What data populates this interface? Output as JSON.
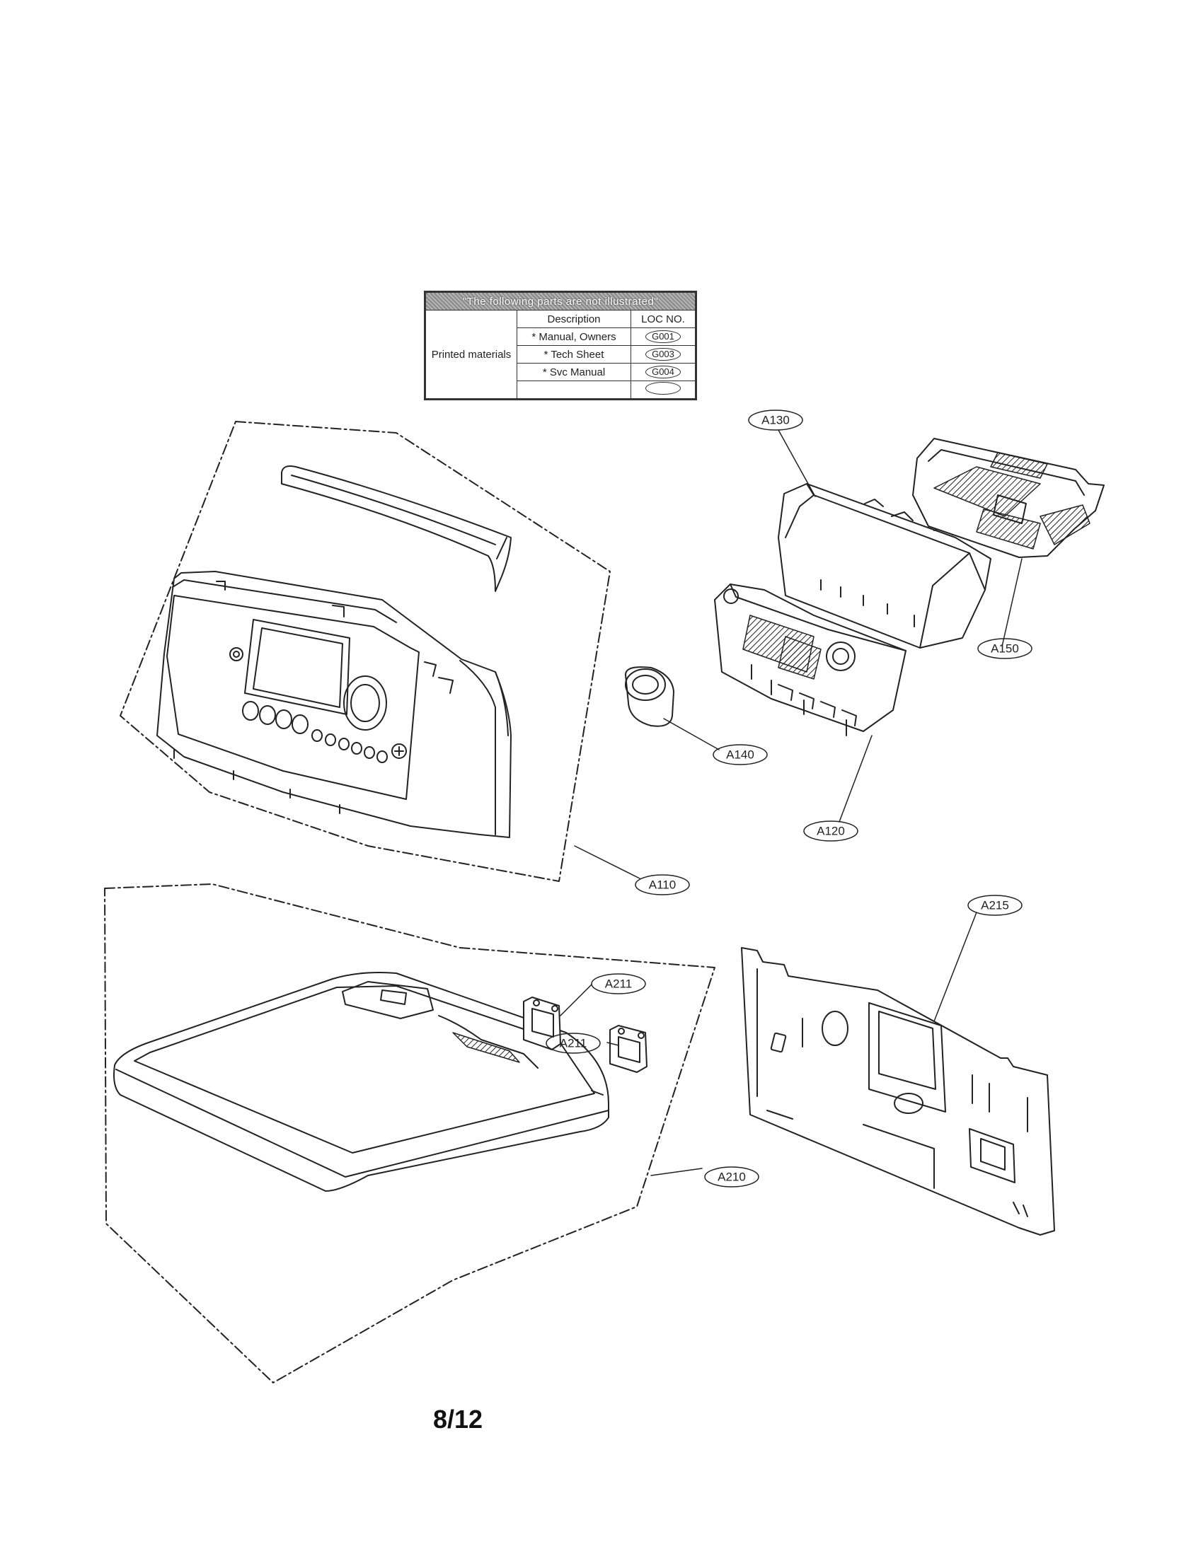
{
  "printed_materials_table": {
    "header": "\"The following parts are not illustrated\"",
    "col_description": "Description",
    "col_loc": "LOC NO.",
    "category": "Printed materials",
    "rows": [
      {
        "description": "* Manual, Owners",
        "loc": "G001"
      },
      {
        "description": "* Tech Sheet",
        "loc": "G003"
      },
      {
        "description": "* Svc Manual",
        "loc": "G004"
      },
      {
        "description": "",
        "loc": ""
      }
    ]
  },
  "callouts": {
    "a110": "A110",
    "a120": "A120",
    "a130": "A130",
    "a140": "A140",
    "a150": "A150",
    "a210": "A210",
    "a211_upper": "A211",
    "a211_lower": "A211",
    "a215": "A215"
  },
  "page_number": "8/12"
}
